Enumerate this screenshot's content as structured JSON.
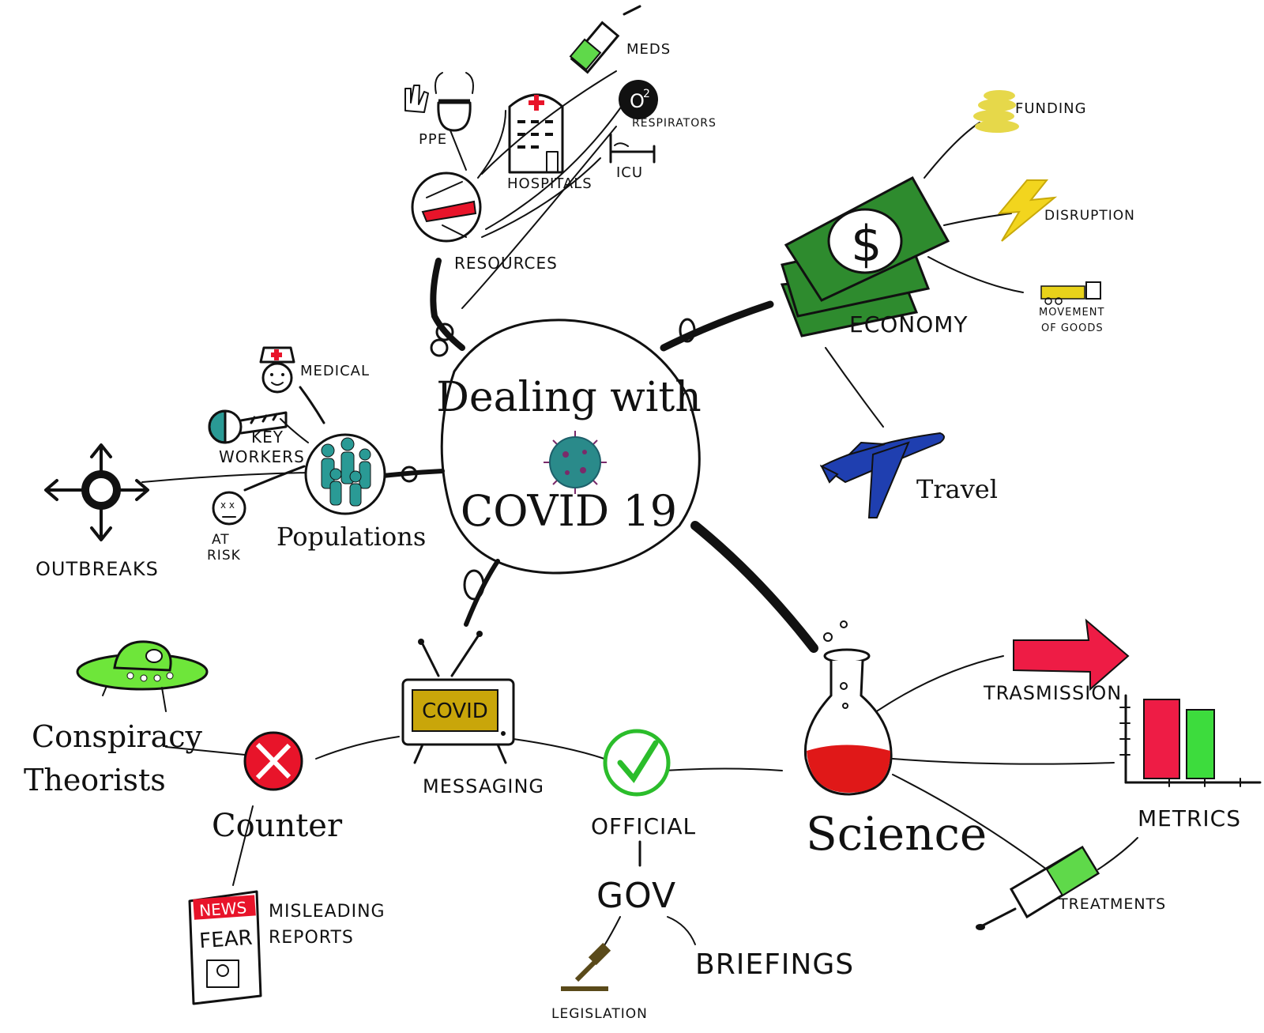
{
  "center": {
    "line1": "Dealing with",
    "line2": "COVID 19"
  },
  "resources": {
    "label": "RESOURCES",
    "items": {
      "meds": "MEDS",
      "ppe": "PPE",
      "hospitals": "HOSPITALS",
      "respirators": "RESPIRATORS",
      "icu": "ICU",
      "o2": "O",
      "o2_sup": "2"
    }
  },
  "economy": {
    "label": "ECONOMY",
    "items": {
      "funding": "FUNDING",
      "disruption": "DISRUPTION",
      "movement_l1": "MOVEMENT",
      "movement_l2": "OF GOODS",
      "travel": "Travel"
    }
  },
  "populations": {
    "label": "Populations",
    "items": {
      "medical": "MEDICAL",
      "key_l1": "KEY",
      "key_l2": "WORKERS",
      "atrisk_l1": "AT",
      "atrisk_l2": "RISK",
      "outbreaks": "OUTBREAKS"
    }
  },
  "messaging": {
    "label": "MESSAGING",
    "tv_text": "COVID",
    "counter": "Counter",
    "conspiracy_l1": "Conspiracy",
    "conspiracy_l2": "Theorists",
    "news": "NEWS",
    "fear": "FEAR",
    "misleading_l1": "MISLEADING",
    "misleading_l2": "REPORTS",
    "official": "OFFICIAL",
    "gov": "GOV",
    "legislation": "LEGISLATION",
    "briefings": "BRIEFINGS"
  },
  "science": {
    "label": "Science",
    "items": {
      "transmission": "TRASMISSION",
      "metrics": "METRICS",
      "treatments": "TREATMENTS"
    }
  },
  "colors": {
    "ink": "#111111",
    "money": "#2e8b2e",
    "lightning": "#f2d51e",
    "truck": "#e8d21a",
    "plane": "#1f3fb0",
    "virus": "#2a8a8a",
    "virus_spike": "#7a2a6a",
    "teal": "#2a9a95",
    "red": "#e8142a",
    "green_check": "#2bbd2b",
    "ufo": "#6ee63a",
    "tv": "#c9a60a",
    "flask": "#e01818",
    "arrow": "#ee1c45",
    "bar_red": "#ee1c45",
    "bar_green": "#3ddc3d",
    "syringe_green": "#5fd94a",
    "coin": "#e6d84a",
    "gavel": "#5a4a1a"
  }
}
